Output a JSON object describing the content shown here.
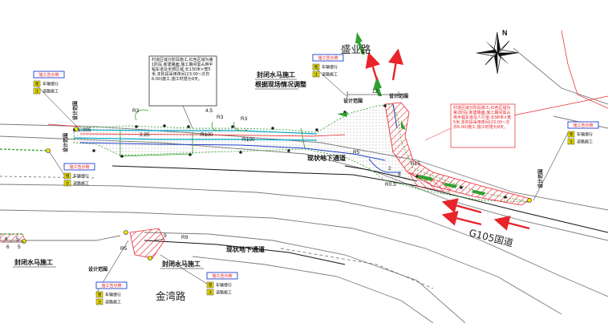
{
  "roads": {
    "shengye": "盛业路",
    "g105": "G105国道",
    "jinwan": "金湾路"
  },
  "labels": {
    "underground_1": "现状地下通道",
    "underground_2": "现状地下通道",
    "barrier_1": "封闭水马施工",
    "barrier_1_sub": "根据现场情况调整",
    "barrier_2": "封闭水马施工",
    "barrier_3": "封闭水马施工",
    "radius_r3a": "R3",
    "radius_r3b": "R3",
    "radius_r3c": "R3",
    "radius_r100a": "R100",
    "radius_r100b": "R100",
    "radius_r5": "R5",
    "radius_r15": "R15",
    "radius_r03": "R0.3",
    "radius_r9": "R9",
    "radius_r5b": "R5",
    "dim_1095": "1.095",
    "dim_285": "2.85",
    "dim_45": "4.5",
    "dim_12": "12",
    "dim_9": "9",
    "dim_6": "6",
    "dim_5": "5",
    "dim_6b": "6",
    "dim_5b": "5",
    "dim_8": "8",
    "dim_2": "2",
    "set_a": "设计范围",
    "set_b": "设计范围",
    "set_c": "设计范围",
    "set_d": "设计范围",
    "set_e": "设计范围",
    "set_f": "设计范围"
  },
  "notes": {
    "black_note": "村道区域分阶段施工,红色区域为第1阶段,新建路面,施工期间需占用半幅车道及全部区域,长130米×宽5米,本阶段采用夜间(23:00~次日6:00)施工,施工时搭为9天。",
    "red_note": "村道区域分阶段施工,红色区域为第2阶段,新建路面,施工期间需占用半幅车道及人行道,长98米×宽5米,本阶段采用夜间(23:00~次日6:00)施工,施工时搭为9天。"
  },
  "sign": {
    "title": "施工告示牌",
    "row1": "车辆慢行",
    "row2": "道路施工",
    "prefix1": "慢",
    "prefix2": "注"
  },
  "compass": "N",
  "colors": {
    "red": "#e8242a",
    "green": "#2ea12e",
    "blue": "#1f3fc8",
    "cyan": "#00a6c8",
    "yellow": "#f2e600"
  }
}
